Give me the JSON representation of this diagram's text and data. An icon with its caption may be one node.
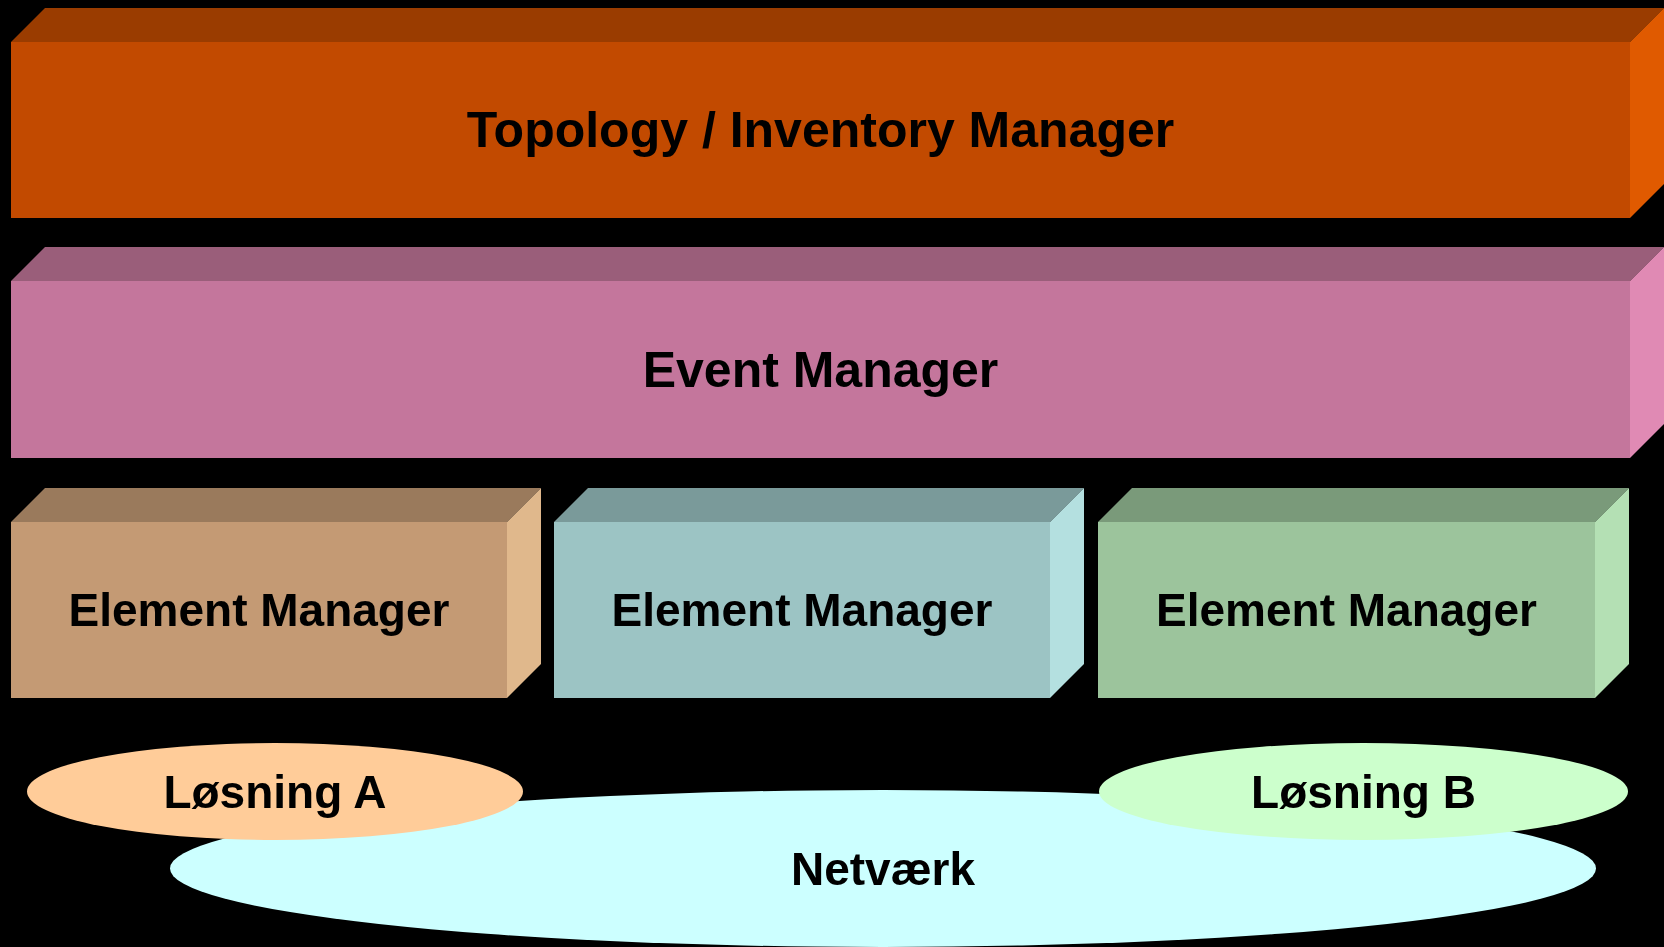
{
  "diagram": {
    "nodes": [
      {
        "text": [
          "Topology / Inventory Manager"
        ]
      },
      {
        "text": [
          "Event Manager"
        ]
      },
      {
        "text": [
          "Element Manager"
        ]
      },
      {
        "text": [
          "Element Manager"
        ]
      },
      {
        "text": [
          "Element Manager"
        ]
      },
      {
        "text": [
          "Løsning A"
        ]
      },
      {
        "text": [
          "Løsning B"
        ]
      },
      {
        "text": [
          "Netværk"
        ]
      }
    ]
  }
}
